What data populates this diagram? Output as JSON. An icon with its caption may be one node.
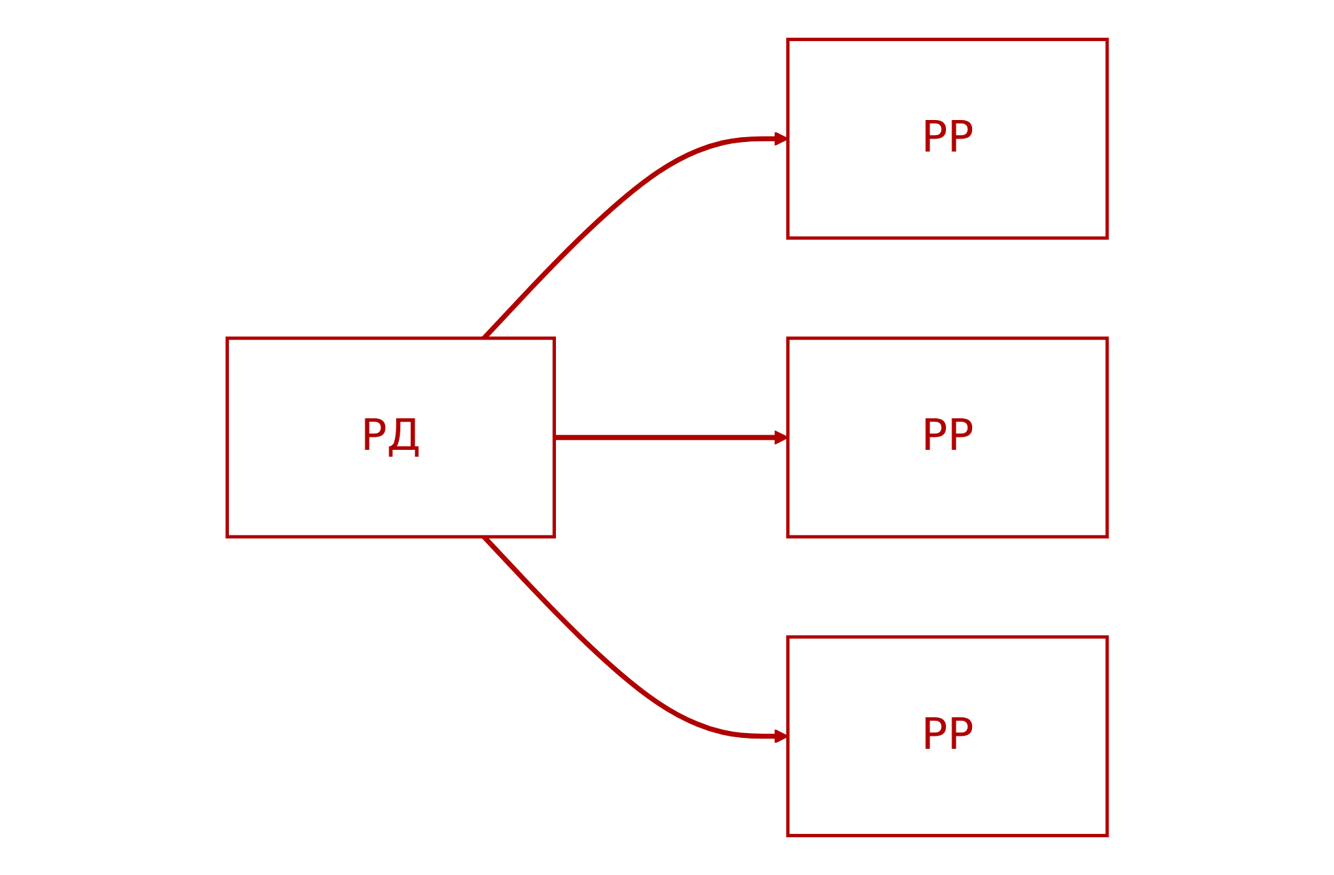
{
  "diagram": {
    "nodes": [
      {
        "text": [
          "РД"
        ]
      },
      {
        "text": [
          "РР"
        ]
      },
      {
        "text": [
          "РР"
        ]
      },
      {
        "text": [
          "РР"
        ]
      }
    ],
    "edges": [
      {
        "from": 0,
        "to": 1,
        "arrow": "to"
      },
      {
        "from": 0,
        "to": 2,
        "arrow": "to"
      },
      {
        "from": 0,
        "to": 3,
        "arrow": "to"
      }
    ]
  }
}
